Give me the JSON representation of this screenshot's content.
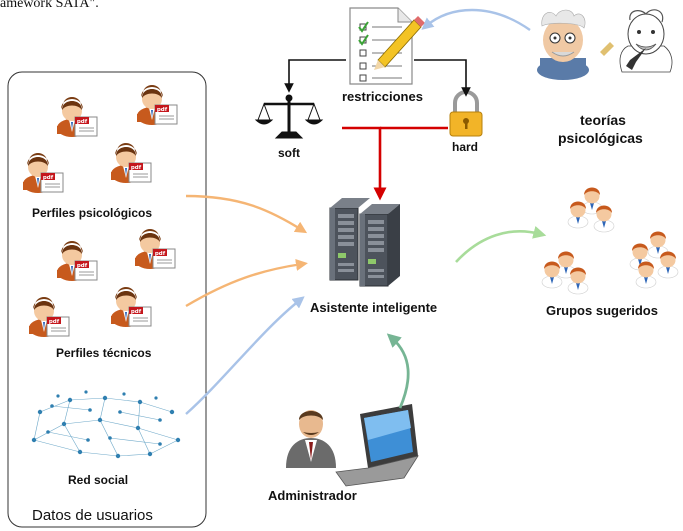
{
  "header_fragment": "amework SATA\".",
  "nodes": {
    "restricciones": "restricciones",
    "soft": "soft",
    "hard": "hard",
    "teorias_line1": "teorías",
    "teorias_line2": "psicológicas",
    "asistente": "Asistente inteligente",
    "grupos": "Grupos sugeridos",
    "administrador": "Administrador"
  },
  "panel": {
    "title": "Datos de usuarios",
    "perfiles_psicologicos": "Perfiles psicológicos",
    "perfiles_tecnicos": "Perfiles técnicos",
    "red_social": "Red social"
  },
  "icons": {
    "pdf": "pdf"
  },
  "colors": {
    "red_arrow": "#d40000",
    "orange_arrow": "#f5b574",
    "blue_arrow": "#a9c3e8",
    "green_arrow": "#a8dc9a",
    "teal_arrow": "#76b594"
  }
}
